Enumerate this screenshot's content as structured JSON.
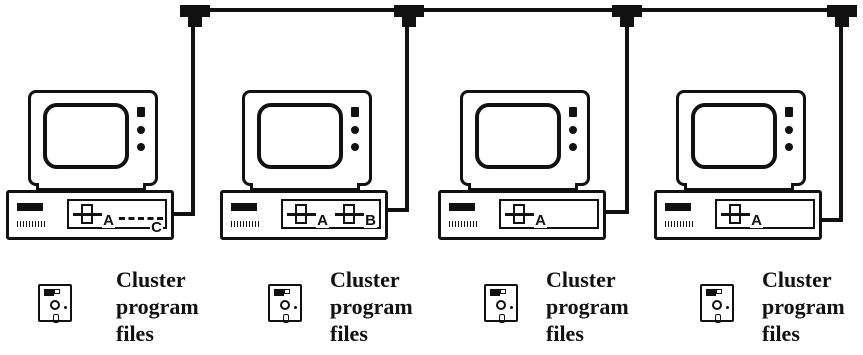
{
  "stations": [
    {
      "drives": [
        "A",
        "C"
      ],
      "caption": [
        "Cluster",
        "program",
        "files"
      ]
    },
    {
      "drives": [
        "A",
        "B"
      ],
      "caption": [
        "Cluster",
        "program",
        "files"
      ]
    },
    {
      "drives": [
        "A"
      ],
      "caption": [
        "Cluster",
        "program",
        "files"
      ]
    },
    {
      "drives": [
        "A"
      ],
      "caption": [
        "Cluster",
        "program",
        "files"
      ]
    }
  ],
  "icons": {
    "computer": "computer-icon",
    "floppy": "floppy-disk-icon"
  },
  "colors": {
    "line": "#111111",
    "background": "#ffffff"
  }
}
